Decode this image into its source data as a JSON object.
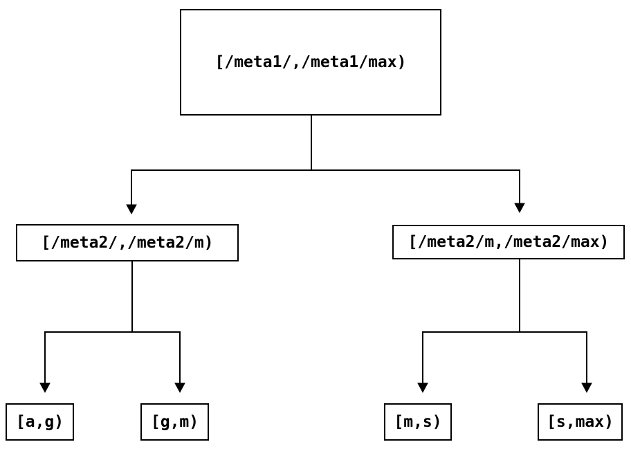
{
  "diagram": {
    "type": "tree",
    "description": "Interval partition tree",
    "colors": {
      "stroke": "#000000",
      "background": "#ffffff"
    },
    "nodes": {
      "root": {
        "label": "[/meta1/,/meta1/max)"
      },
      "left_mid": {
        "label": "[/meta2/,/meta2/m)"
      },
      "right_mid": {
        "label": "[/meta2/m,/meta2/max)"
      },
      "leaf_ag": {
        "label": "[a,g)"
      },
      "leaf_gm": {
        "label": "[g,m)"
      },
      "leaf_ms": {
        "label": "[m,s)"
      },
      "leaf_smax": {
        "label": "[s,max)"
      }
    },
    "edges": [
      {
        "from": "root",
        "to": "left_mid"
      },
      {
        "from": "root",
        "to": "right_mid"
      },
      {
        "from": "left_mid",
        "to": "leaf_ag"
      },
      {
        "from": "left_mid",
        "to": "leaf_gm"
      },
      {
        "from": "right_mid",
        "to": "leaf_ms"
      },
      {
        "from": "right_mid",
        "to": "leaf_smax"
      }
    ]
  }
}
